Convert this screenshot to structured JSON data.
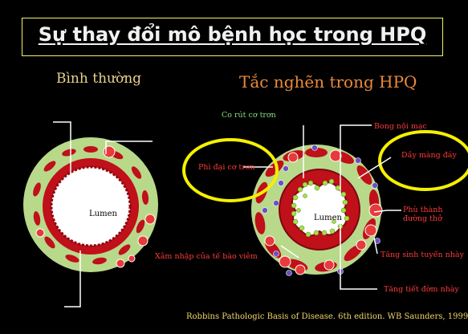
{
  "title": "Sự thay đổi mô bệnh học trong HPQ",
  "left_heading": "Bình thường",
  "right_heading": "Tắc nghẽn trong HPQ",
  "lumen_label": "Lumen",
  "labels": {
    "smooth_muscle_contraction": "Co rút cơ trơn",
    "epithelial_shedding": "Bong nội mạc",
    "smooth_muscle_hypertrophy": "Phì đại cơ trơn",
    "basement_membrane_thickening": "Dầy màng đáy",
    "airway_wall_edema_line1": "Phù thành",
    "airway_wall_edema_line2": "đường thở",
    "inflammatory_infiltration": "Xâm nhập của tế bào viêm",
    "gland_hyperplasia": "Tăng sinh tuyến nhày",
    "mucus_hypersecretion": "Tăng tiết đờm nhày"
  },
  "citation": "Robbins Pathologic Basis of Disease. 6th edition. WB Saunders, 1999",
  "colors": {
    "background": "#000000",
    "title_border": "#f2f266",
    "outer_ring": "#b8d98a",
    "muscle": "#c0101a",
    "highlight_circle": "#f5f000",
    "label_red": "#ff3a3a",
    "label_green": "#7ee07a",
    "inflammatory_cell": "#6a4fc8",
    "mucus": "#a6e04a"
  }
}
